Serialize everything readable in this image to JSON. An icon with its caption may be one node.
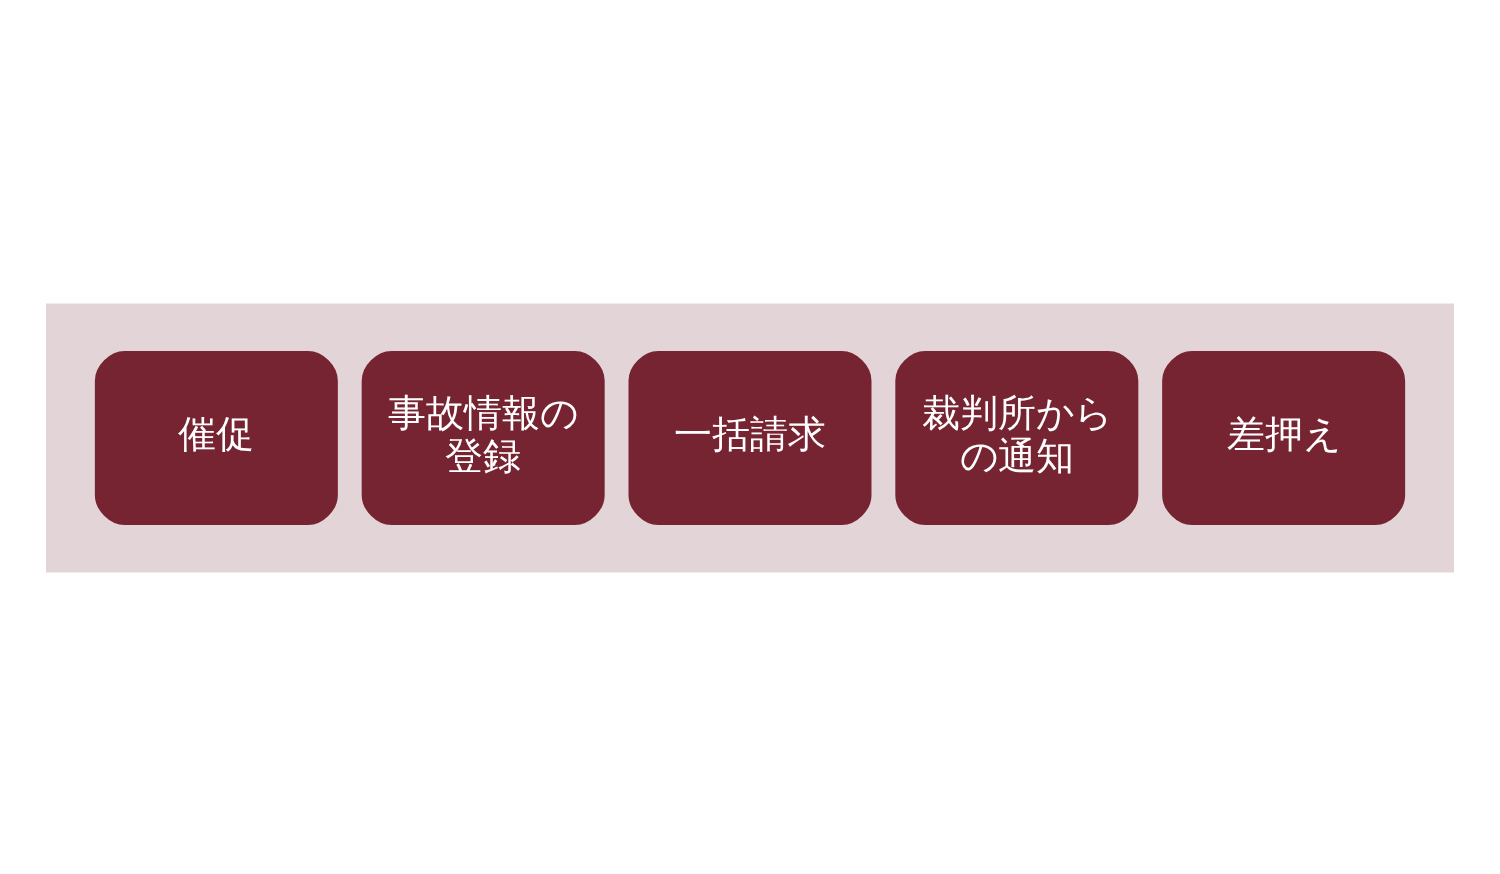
{
  "diagram": {
    "nodes": [
      {
        "text": [],
        "shape": "arrow"
      },
      {
        "text": [
          "催促"
        ],
        "in": 0
      },
      {
        "text": [
          "事故情報の登録"
        ],
        "in": 0
      },
      {
        "text": [
          "一括請求"
        ],
        "in": 0
      },
      {
        "text": [
          "裁判所からの通知"
        ],
        "in": 0
      },
      {
        "text": [
          "差押え"
        ],
        "in": 0
      }
    ]
  }
}
